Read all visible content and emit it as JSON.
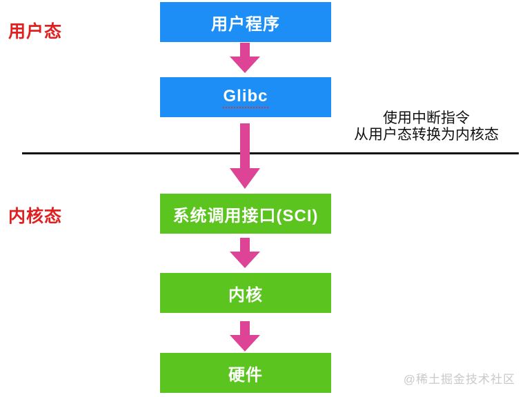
{
  "diagram": {
    "title_context": "system-call mode-switch flow",
    "mode_labels": {
      "user_mode": "用户态",
      "kernel_mode": "内核态"
    },
    "boxes": [
      {
        "id": "user-program",
        "label": "用户程序",
        "color": "#1e8ef7"
      },
      {
        "id": "glibc",
        "label": "Glibc",
        "color": "#1e8ef7"
      },
      {
        "id": "sci",
        "label": "系统调用接口(SCI)",
        "color": "#5cc41f"
      },
      {
        "id": "kernel",
        "label": "内核",
        "color": "#5cc41f"
      },
      {
        "id": "hardware",
        "label": "硬件",
        "color": "#5cc41f"
      }
    ],
    "annotation": {
      "line1": "使用中断指令",
      "line2": "从用户态转换为内核态"
    },
    "watermark": "@稀土掘金技术社区",
    "colors": {
      "box_blue": "#1e8ef7",
      "box_green": "#5cc41f",
      "arrow_pink": "#de4495",
      "label_red": "#e02020",
      "separator_black": "#0a0a0a",
      "watermark_gray": "#c9c9c9"
    }
  }
}
